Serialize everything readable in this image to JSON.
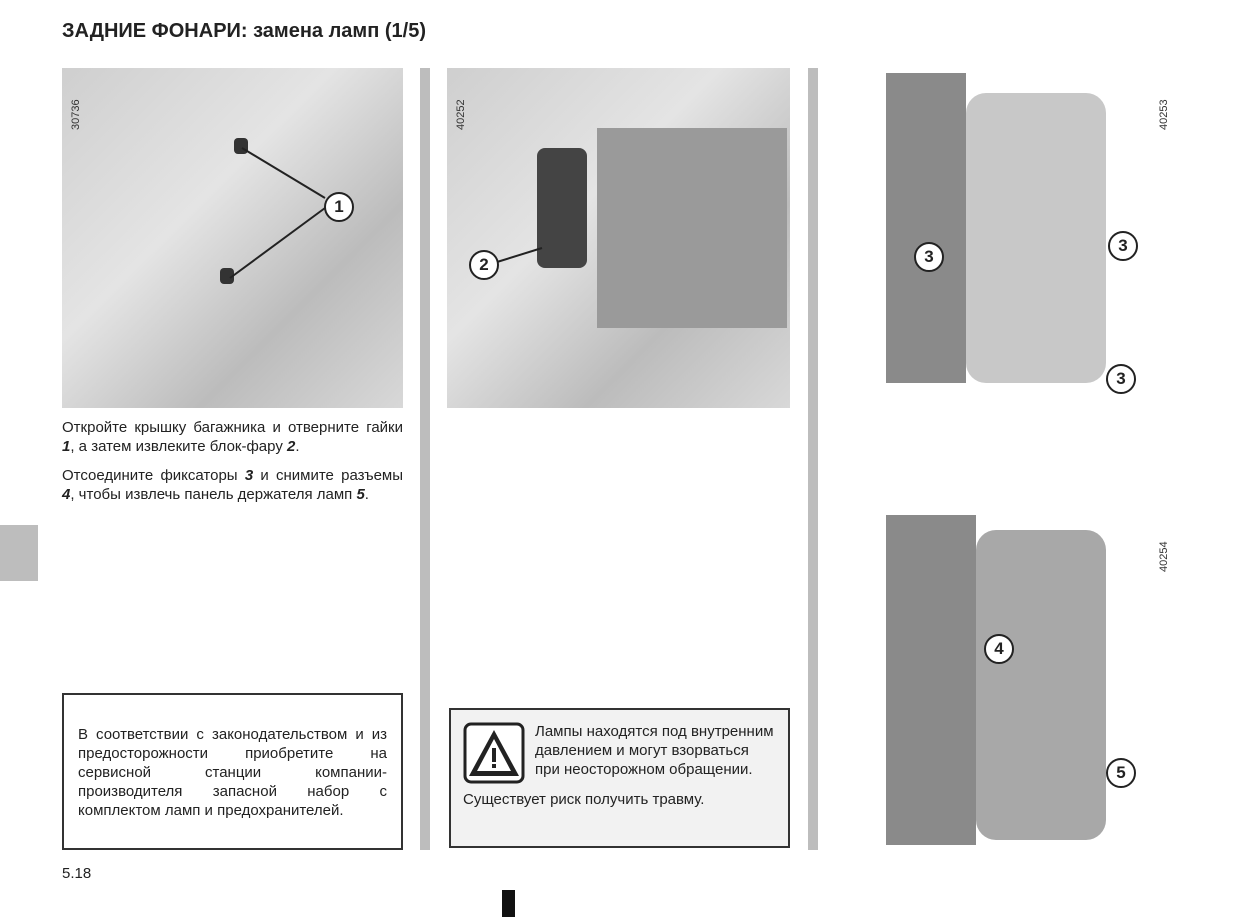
{
  "title": "ЗАДНИЕ ФОНАРИ: замена ламп (1/5)",
  "images": [
    {
      "code": "30736",
      "callouts": [
        "1"
      ]
    },
    {
      "code": "40252",
      "callouts": [
        "2"
      ]
    },
    {
      "code": "40253",
      "callouts": [
        "3",
        "3",
        "3"
      ]
    },
    {
      "code": "40254",
      "callouts": [
        "4",
        "5"
      ]
    }
  ],
  "paragraphs": [
    {
      "a": "Откройте крышку багажника и отверните гайки ",
      "b": "1",
      "c": ", а затем извлеките блок-фару ",
      "d": "2",
      "e": "."
    },
    {
      "a": "Отсоедините фиксаторы ",
      "b": "3",
      "c": " и снимите разъемы ",
      "d": "4",
      "e": ", чтобы извлечь панель держателя ламп ",
      "f": "5",
      "g": "."
    }
  ],
  "note": "В соответствии с законодательством и из предосторожности приобретите на сервисной станции компании-производителя запасной набор с комплектом ламп и предохранителей.",
  "warning": {
    "text": "Лампы находятся под внутренним давлением и могут взорваться при неосторожном обращении.",
    "risk": "Существует риск получить травму."
  },
  "page_number": "5.18"
}
